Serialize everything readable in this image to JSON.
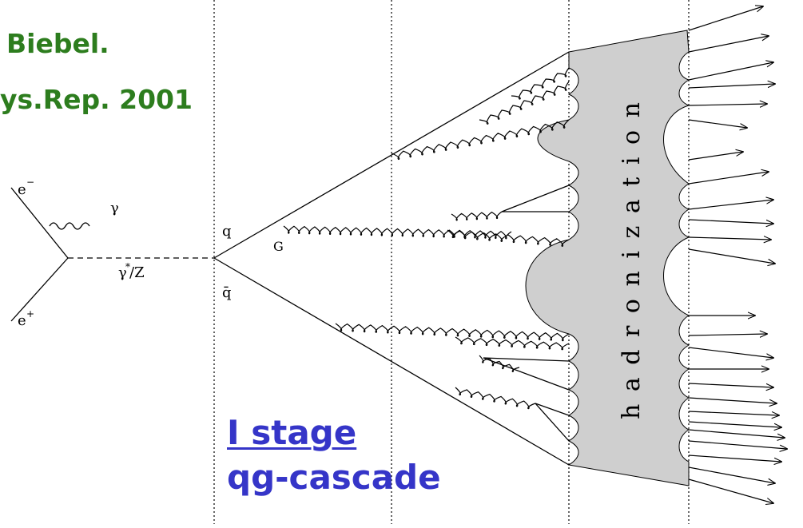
{
  "reference": {
    "line1": "Biebel.",
    "line2": "ys.Rep. 2001"
  },
  "stage": {
    "title": "I stage",
    "subtitle": "qg-cascade"
  },
  "diagram": {
    "particles": {
      "electron": "e",
      "electron_sup": "−",
      "positron": "e",
      "positron_sup": "+",
      "photon": "γ",
      "boson": "γ",
      "boson_sup": "*",
      "boson_suffix": "/Z",
      "quark": "q",
      "antiquark": "q̄",
      "gluon": "G"
    },
    "hadronization_label": "h a d r o n i z a t i o n",
    "colors": {
      "band": "#cfcfcf",
      "ink": "#000000"
    }
  }
}
